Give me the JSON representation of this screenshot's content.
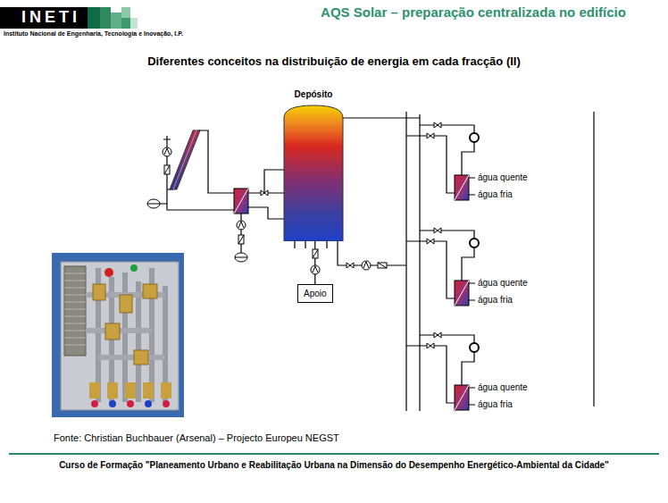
{
  "diagram": {
    "title": "AQS Solar – preparação centralizada no edifício",
    "caption": "Fonte: Christian Buchbauer (Arsenal) – Projecto Europeu NEGST",
    "nodes": [
      {
        "text": [
          "Depósito"
        ]
      },
      {
        "text": [
          "Apoio"
        ]
      }
    ],
    "edges": [
      {
        "from": 1,
        "to": 0,
        "arrow": "none"
      }
    ],
    "labels": [
      "INETI",
      "Instituto Nacional de Engenharia, Tecnologia e Inovação, I.P.",
      "Diferentes conceitos na distribuição de energia em cada fracção (II)",
      "água quente",
      "água fria",
      "água quente",
      "água fria",
      "água quente",
      "água fria",
      "Curso de Formação \"Planeamento Urbano e Reabilitação Urbana na Dimensão do Desempenho Energético-Ambiental da Cidade\""
    ]
  }
}
